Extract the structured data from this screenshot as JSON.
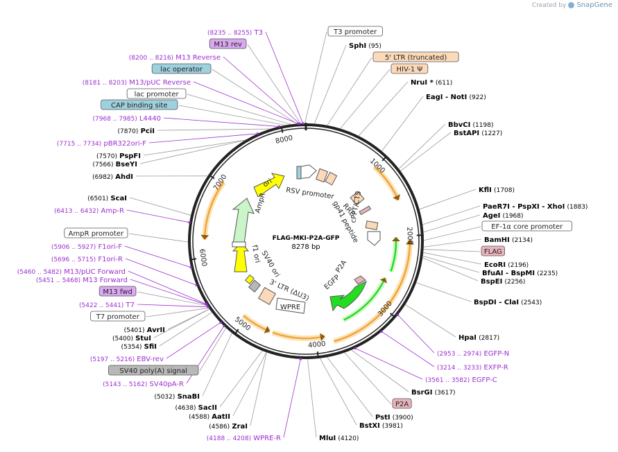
{
  "watermark": {
    "prefix": "Created by",
    "product": "SnapGene"
  },
  "plasmid": {
    "name": "FLAG-MKI-P2A-GFP",
    "size_label": "8278 bp",
    "length": 8278
  },
  "ticks": [
    {
      "pos": 1000,
      "label": "1000"
    },
    {
      "pos": 2000,
      "label": "2000"
    },
    {
      "pos": 3000,
      "label": "3000"
    },
    {
      "pos": 4000,
      "label": "4000"
    },
    {
      "pos": 5000,
      "label": "5000"
    },
    {
      "pos": 6000,
      "label": "6000"
    },
    {
      "pos": 7000,
      "label": "7000"
    },
    {
      "pos": 8000,
      "label": "8000"
    }
  ],
  "colors": {
    "backbone": "#222222",
    "primer": "#9a2ecf",
    "orange": "#f2a43a",
    "orange_halo": "#fbe4b9",
    "ori": "#ffff00",
    "ampr": "#c9f5c9",
    "egfp": "#22dd22",
    "promoter": "#ffffff",
    "ltr": "#fcd9b8",
    "flag": "#e8b4bc",
    "lac_op": "#9fd0de",
    "sv40": "#b8b8b8",
    "m13": "#d9a8f0"
  },
  "labels": [
    {
      "text": "T3 promoter",
      "kind": "box",
      "fill": "#ffffff"
    },
    {
      "text": "SphI",
      "kind": "bold",
      "pos": "(95)"
    },
    {
      "text": "5' LTR (truncated)",
      "kind": "box",
      "fill": "#fcd9b8"
    },
    {
      "text": "HIV-1 Ψ",
      "kind": "box",
      "fill": "#fcd9b8"
    },
    {
      "text": "NruI *",
      "kind": "bold",
      "pos": "(611)"
    },
    {
      "text": "EagI   -  NotI",
      "kind": "bold",
      "pos": "(922)"
    },
    {
      "text": "BbvCI",
      "kind": "bold",
      "pos": "(1198)"
    },
    {
      "text": "BstAPI",
      "kind": "bold",
      "pos": "(1227)"
    },
    {
      "text": "KflI",
      "kind": "bold",
      "pos": "(1708)"
    },
    {
      "text": "PaeR7I   -  PspXI   -  XhoI",
      "kind": "bold",
      "pos": "(1883)"
    },
    {
      "text": "AgeI",
      "kind": "bold",
      "pos": "(1968)"
    },
    {
      "text": "EF-1α core promoter",
      "kind": "box",
      "fill": "#ffffff"
    },
    {
      "text": "BamHI",
      "kind": "bold",
      "pos": "(2134)"
    },
    {
      "text": "FLAG",
      "kind": "box",
      "fill": "#e8b4bc"
    },
    {
      "text": "EcoRI",
      "kind": "bold",
      "pos": "(2196)"
    },
    {
      "text": "BfuAI   -  BspMI",
      "kind": "bold",
      "pos": "(2235)"
    },
    {
      "text": "BspEI",
      "kind": "bold",
      "pos": "(2256)"
    },
    {
      "text": "BspDI   -  ClaI",
      "kind": "bold",
      "pos": "(2543)"
    },
    {
      "text": "HpaI",
      "kind": "bold",
      "pos": "(2817)"
    },
    {
      "text": "EGFP-N",
      "kind": "primer",
      "pos": "(2953 .. 2974)"
    },
    {
      "text": "EXFP-R",
      "kind": "primer",
      "pos": "(3214 .. 3233)"
    },
    {
      "text": "EGFP-C",
      "kind": "primer",
      "pos": "(3561 .. 3582)"
    },
    {
      "text": "BsrGI",
      "kind": "bold",
      "pos": "(3617)"
    },
    {
      "text": "P2A",
      "kind": "box",
      "fill": "#e8b4bc"
    },
    {
      "text": "PstI",
      "kind": "bold",
      "pos": "(3900)"
    },
    {
      "text": "BstXI",
      "kind": "bold",
      "pos": "(3981)"
    },
    {
      "text": "MluI",
      "kind": "bold",
      "pos": "(4120)"
    },
    {
      "text": "WPRE-R",
      "kind": "primer",
      "pos": "(4188 .. 4208)"
    },
    {
      "text": "ZraI",
      "kind": "bold",
      "pos": "(4586)"
    },
    {
      "text": "AatII",
      "kind": "bold",
      "pos": "(4588)"
    },
    {
      "text": "SacII",
      "kind": "bold",
      "pos": "(4638)"
    },
    {
      "text": "SnaBI",
      "kind": "bold",
      "pos": "(5032)"
    },
    {
      "text": "SV40pA-R",
      "kind": "primer",
      "pos": "(5143 .. 5162)"
    },
    {
      "text": "SV40 poly(A) signal",
      "kind": "box",
      "fill": "#b8b8b8"
    },
    {
      "text": "EBV-rev",
      "kind": "primer",
      "pos": "(5197 .. 5216)"
    },
    {
      "text": "SfiI",
      "kind": "bold",
      "pos": "(5354)"
    },
    {
      "text": "StuI",
      "kind": "bold",
      "pos": "(5400)"
    },
    {
      "text": "AvrII",
      "kind": "bold",
      "pos": "(5401)"
    },
    {
      "text": "T7 promoter",
      "kind": "box",
      "fill": "#ffffff"
    },
    {
      "text": "T7",
      "kind": "primer",
      "pos": "(5422 .. 5441)"
    },
    {
      "text": "M13 fwd",
      "kind": "box",
      "fill": "#d9a8f0"
    },
    {
      "text": "M13 Forward",
      "kind": "primer",
      "pos": "(5451 .. 5468)"
    },
    {
      "text": "M13/pUC Forward",
      "kind": "primer",
      "pos": "(5460 .. 5482)"
    },
    {
      "text": "F1ori-R",
      "kind": "primer",
      "pos": "(5696 .. 5715)"
    },
    {
      "text": "F1ori-F",
      "kind": "primer",
      "pos": "(5906 .. 5927)"
    },
    {
      "text": "AmpR promoter",
      "kind": "box",
      "fill": "#ffffff"
    },
    {
      "text": "Amp-R",
      "kind": "primer",
      "pos": "(6413 .. 6432)"
    },
    {
      "text": "ScaI",
      "kind": "bold",
      "pos": "(6501)"
    },
    {
      "text": "AhdI",
      "kind": "bold",
      "pos": "(6982)"
    },
    {
      "text": "BseYI",
      "kind": "bold",
      "pos": "(7566)"
    },
    {
      "text": "PspFI",
      "kind": "bold",
      "pos": "(7570)"
    },
    {
      "text": "pBR322ori-F",
      "kind": "primer",
      "pos": "(7715 .. 7734)"
    },
    {
      "text": "PciI",
      "kind": "bold",
      "pos": "(7870)"
    },
    {
      "text": "L4440",
      "kind": "primer",
      "pos": "(7968 .. 7985)"
    },
    {
      "text": "CAP binding site",
      "kind": "box",
      "fill": "#9fd0de"
    },
    {
      "text": "lac promoter",
      "kind": "box",
      "fill": "#ffffff"
    },
    {
      "text": "M13/pUC Reverse",
      "kind": "primer",
      "pos": "(8181 .. 8203)"
    },
    {
      "text": "lac operator",
      "kind": "box",
      "fill": "#9fd0de"
    },
    {
      "text": "M13 Reverse",
      "kind": "primer",
      "pos": "(8200 .. 8216)"
    },
    {
      "text": "M13 rev",
      "kind": "box",
      "fill": "#d9a8f0"
    },
    {
      "text": "T3",
      "kind": "primer",
      "pos": "(8235 .. 8255)"
    }
  ],
  "inner_labels": [
    "RSV promoter",
    "RRE",
    "gp41 peptide",
    "cPPT/CTS",
    "P2A",
    "EGFP",
    "WPRE",
    "3' LTR (ΔU3)",
    "SV40 ori",
    "f1 ori",
    "AmpR",
    "ori"
  ]
}
